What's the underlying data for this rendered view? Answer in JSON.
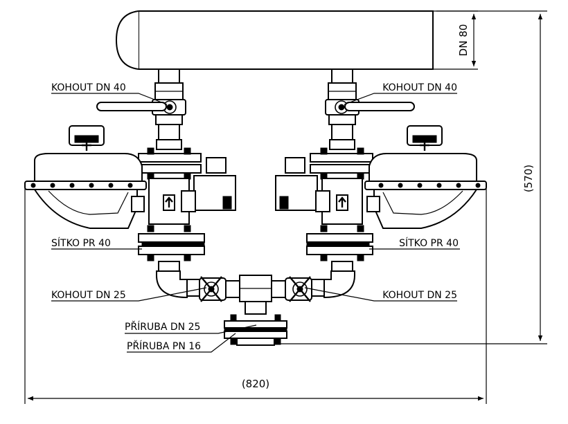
{
  "labels": {
    "valve_top_left": "KOHOUT DN 40",
    "valve_top_right": "KOHOUT DN 40",
    "strainer_left": "SÍTKO PR 40",
    "strainer_right": "SÍTKO PR 40",
    "valve_bottom_left": "KOHOUT DN 25",
    "valve_bottom_right": "KOHOUT DN 25",
    "flange_dn": "PŘÍRUBA DN 25",
    "flange_pn": "PŘÍRUBA PN 16"
  },
  "dimensions": {
    "header_diameter": "DN 80",
    "total_height": "(570)",
    "total_width": "(820)"
  }
}
